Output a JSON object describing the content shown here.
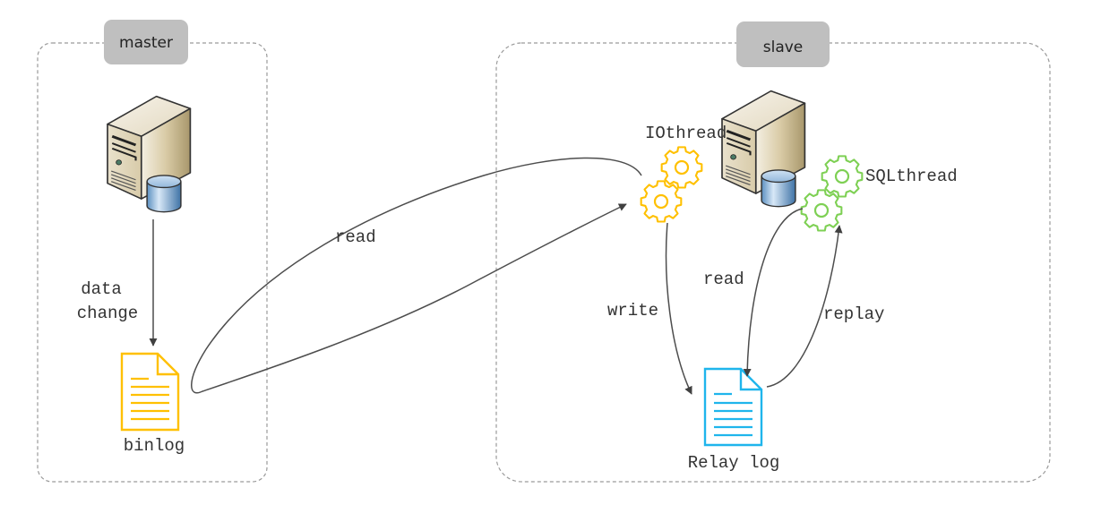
{
  "diagram": {
    "type": "mysql-master-slave-replication",
    "colors": {
      "group_border": "#9a9a9a",
      "group_tag_fill": "#bfbfbf",
      "arrow": "#4d4d4d",
      "binlog_icon": "#ffc000",
      "relay_log_icon": "#1fb5ec",
      "io_thread_gear": "#ffc000",
      "sql_thread_gear": "#7ed054"
    },
    "groups": {
      "master": {
        "label": "master"
      },
      "slave": {
        "label": "slave"
      }
    },
    "nodes": {
      "master_server": {
        "label": "",
        "icon": "database-server-icon"
      },
      "slave_server": {
        "label": "",
        "icon": "database-server-icon"
      },
      "binlog": {
        "label": "binlog",
        "icon": "document-icon"
      },
      "relay_log": {
        "label": "Relay log",
        "icon": "document-icon"
      },
      "io_thread": {
        "label": "IOthread",
        "icon": "gears-icon"
      },
      "sql_thread": {
        "label": "SQLthread",
        "icon": "gears-icon"
      }
    },
    "edges": [
      {
        "id": "data-change",
        "from": "master_server",
        "to": "binlog",
        "label_lines": [
          "data",
          "change"
        ]
      },
      {
        "id": "io-read",
        "from": "io_thread",
        "to": "binlog",
        "label": "read",
        "note": "loops back to IOthread"
      },
      {
        "id": "write",
        "from": "io_thread",
        "to": "relay_log",
        "label": "write"
      },
      {
        "id": "sql-read",
        "from": "sql_thread",
        "to": "relay_log",
        "label": "read"
      },
      {
        "id": "replay",
        "from": "relay_log",
        "to": "sql_thread",
        "label": "replay"
      }
    ]
  }
}
